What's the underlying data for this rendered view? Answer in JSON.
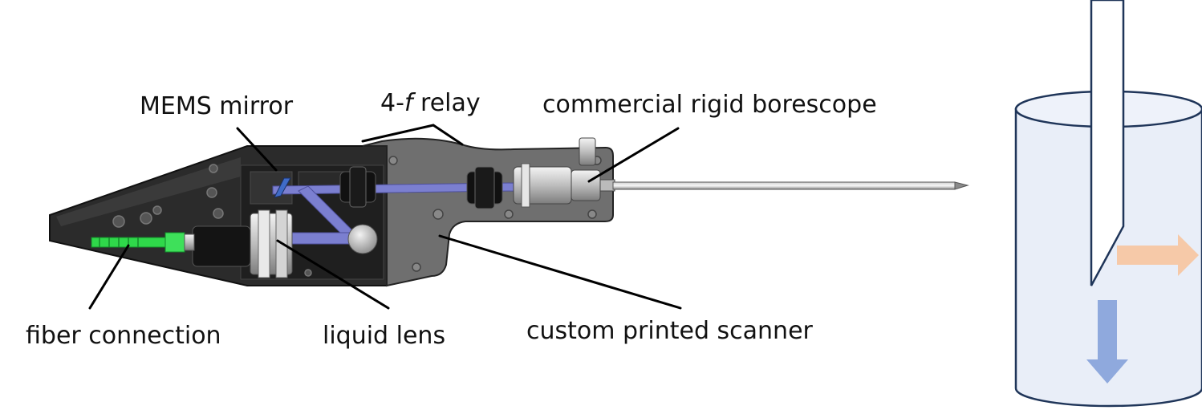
{
  "labels": {
    "mems_mirror": "MEMS mirror",
    "relay_prefix": "4-",
    "relay_f": "f",
    "relay_suffix": " relay",
    "borescope": "commercial rigid borescope",
    "fiber": "fiber connection",
    "liquid_lens": "liquid lens",
    "scanner": "custom printed scanner"
  },
  "colors": {
    "housing_dark": "#2b2b2b",
    "housing_gray": "#6e6e6e",
    "beam_path": "#7b7fd0",
    "fiber_connector": "#2fd84a",
    "cylinder_fill": "#e9eef8",
    "side_arrow": "#f6c9a8",
    "down_arrow": "#8fa9dd"
  }
}
